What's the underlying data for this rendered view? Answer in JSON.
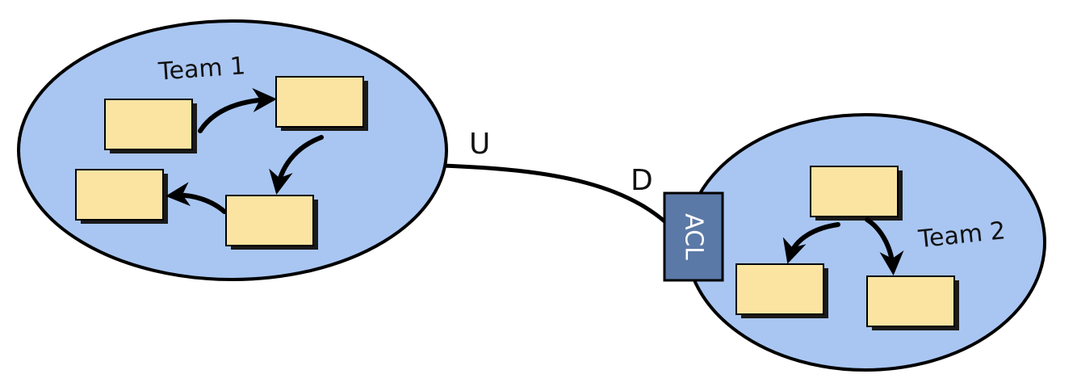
{
  "colors": {
    "context_fill": "#a9c6f2",
    "card_fill": "#fbe4a2",
    "acl_fill": "#5b79a6",
    "stroke": "#000000"
  },
  "team1": {
    "label": "Team 1"
  },
  "team2": {
    "label": "Team 2"
  },
  "relationship": {
    "upstream_label": "U",
    "downstream_label": "D"
  },
  "acl": {
    "label": "ACL"
  }
}
